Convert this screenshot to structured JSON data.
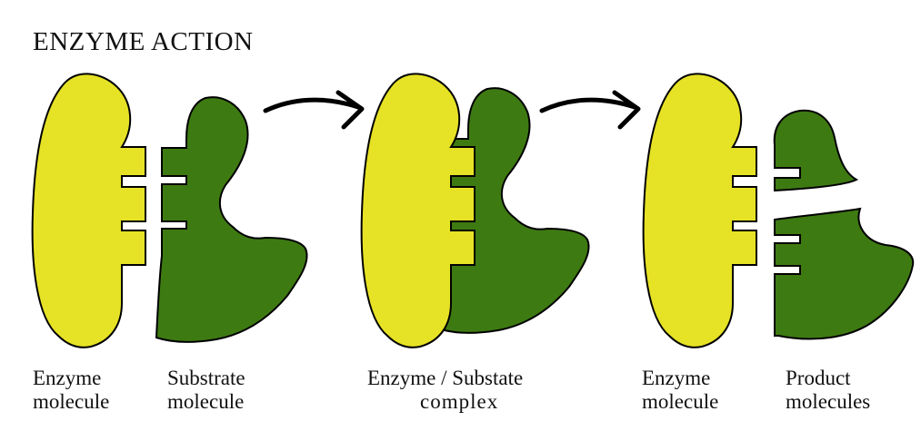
{
  "title": "ENZYME ACTION",
  "colors": {
    "background": "#ffffff",
    "enzyme": "#e6e225",
    "substrate": "#3e7a12",
    "outline": "#000000",
    "arrow": "#000000"
  },
  "stages": [
    {
      "name": "separate",
      "labels": [
        {
          "line1": "Enzyme",
          "line2": "molecule"
        },
        {
          "line1": "Substrate",
          "line2": "molecule"
        }
      ]
    },
    {
      "name": "complex",
      "labels": [
        {
          "line1": "Enzyme / Substate",
          "line2": "complex"
        }
      ]
    },
    {
      "name": "products",
      "labels": [
        {
          "line1": "Enzyme",
          "line2": "molecule"
        },
        {
          "line1": "Product",
          "line2": "molecules"
        }
      ]
    }
  ]
}
